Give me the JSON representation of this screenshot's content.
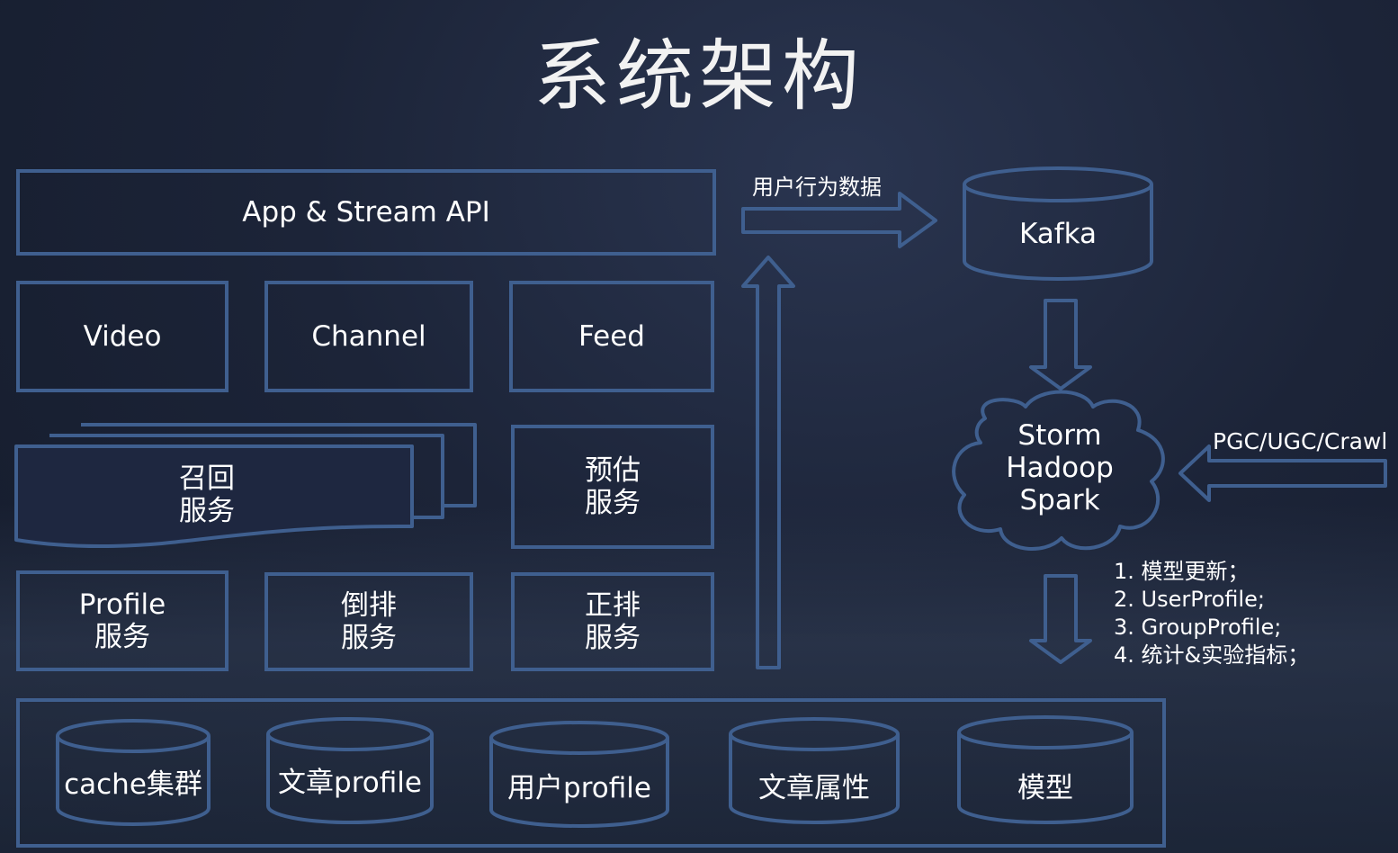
{
  "title": "系统架构",
  "api": {
    "label": "App & Stream API"
  },
  "services_row1": [
    {
      "label": "Video"
    },
    {
      "label": "Channel"
    },
    {
      "label": "Feed"
    }
  ],
  "recall": {
    "line1": "召回",
    "line2": "服务"
  },
  "estimate": {
    "line1": "预估",
    "line2": "服务"
  },
  "services_row3": [
    {
      "line1": "Profile",
      "line2": "服务"
    },
    {
      "line1": "倒排",
      "line2": "服务"
    },
    {
      "line1": "正排",
      "line2": "服务"
    }
  ],
  "storage": [
    {
      "label": "cache集群"
    },
    {
      "label": "文章profile"
    },
    {
      "label": "用户profile"
    },
    {
      "label": "文章属性"
    },
    {
      "label": "模型"
    }
  ],
  "flow": {
    "user_behavior_label": "用户行为数据",
    "kafka_label": "Kafka",
    "compute": [
      "Storm",
      "Hadoop",
      "Spark"
    ],
    "source_label": "PGC/UGC/Crawl",
    "outputs": [
      "1. 模型更新；",
      "2. UserProfile;",
      "3. GroupProfile;",
      "4. 统计&实验指标；"
    ]
  },
  "colors": {
    "outline": "#3f5f8f",
    "background": "#1c2438",
    "text": "#ffffff"
  }
}
